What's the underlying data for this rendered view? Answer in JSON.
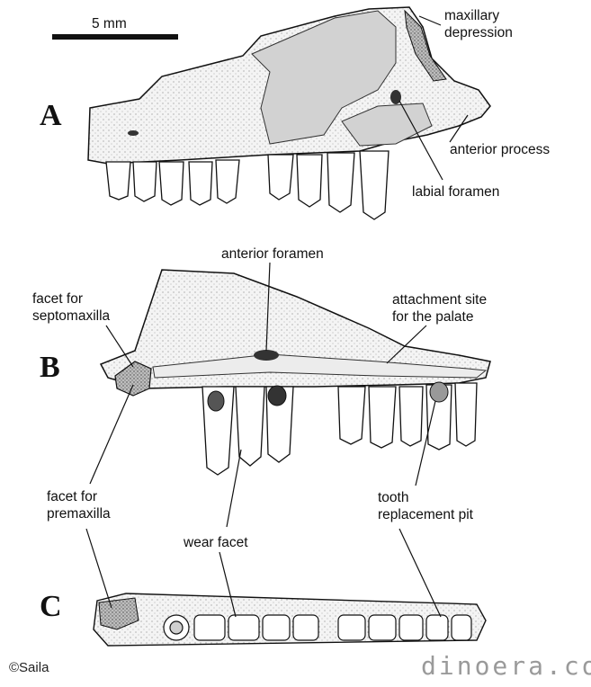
{
  "scale_bar": {
    "label": "5 mm"
  },
  "panels": {
    "a": "A",
    "b": "B",
    "c": "C"
  },
  "labels": {
    "maxillary_depression": "maxillary\ndepression",
    "anterior_process": "anterior process",
    "labial_foramen": "labial foramen",
    "anterior_foramen": "anterior foramen",
    "facet_septomaxilla": "facet for\nseptomaxilla",
    "attachment_site": "attachment site\nfor the palate",
    "facet_premaxilla": "facet for\npremaxilla",
    "tooth_replacement_pit": "tooth\nreplacement pit",
    "wear_facet": "wear facet"
  },
  "credits": {
    "copyright": "©Saila",
    "watermark": "dinoera.com"
  },
  "colors": {
    "bone": "#f3f3f3",
    "stipple": "#d8d8d8",
    "gray_fill": "#d0d0d0",
    "dark": "#4a4a4a",
    "ink": "#111111"
  }
}
